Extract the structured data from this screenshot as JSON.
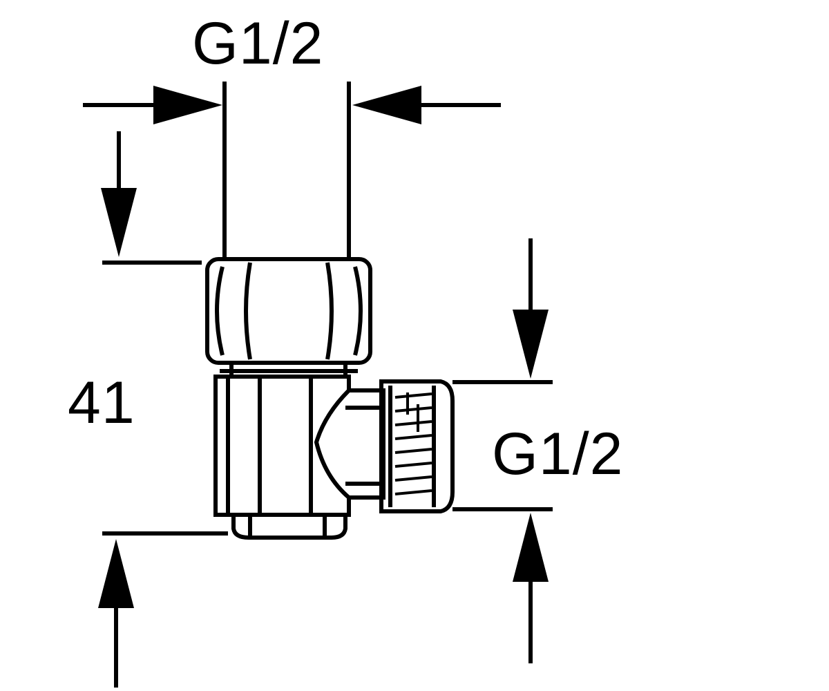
{
  "labels": {
    "top_thread": "G1/2",
    "side_thread": "G1/2",
    "height": "41"
  },
  "colors": {
    "ink": "#000000",
    "background": "#ffffff"
  }
}
